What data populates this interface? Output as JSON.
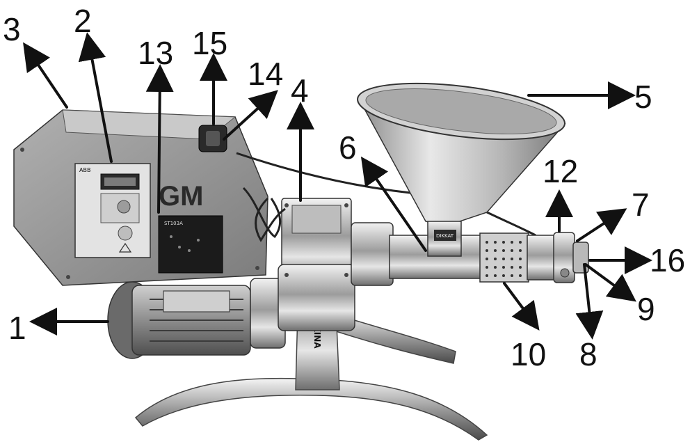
{
  "callouts": [
    {
      "id": "1",
      "label": "1"
    },
    {
      "id": "2",
      "label": "2"
    },
    {
      "id": "3",
      "label": "3"
    },
    {
      "id": "4",
      "label": "4"
    },
    {
      "id": "5",
      "label": "5"
    },
    {
      "id": "6",
      "label": "6"
    },
    {
      "id": "7",
      "label": "7"
    },
    {
      "id": "8",
      "label": "8"
    },
    {
      "id": "9",
      "label": "9"
    },
    {
      "id": "10",
      "label": "10"
    },
    {
      "id": "12",
      "label": "12"
    },
    {
      "id": "13",
      "label": "13"
    },
    {
      "id": "14",
      "label": "14"
    },
    {
      "id": "15",
      "label": "15"
    },
    {
      "id": "16",
      "label": "16"
    }
  ],
  "machine": {
    "logo_text": "GM",
    "vfd_brand": "ABB",
    "controller_model": "ST103A",
    "column_lettering": "GEMMAMAKINA",
    "funnel_plate_text": "DIKKAT"
  },
  "colors": {
    "ink": "#111111",
    "steel_light": "#d9d9d9",
    "steel_mid": "#a8a8a8",
    "steel_dark": "#5a5a5a",
    "panel": "#8c8c8c",
    "display": "#1b1b1b"
  }
}
